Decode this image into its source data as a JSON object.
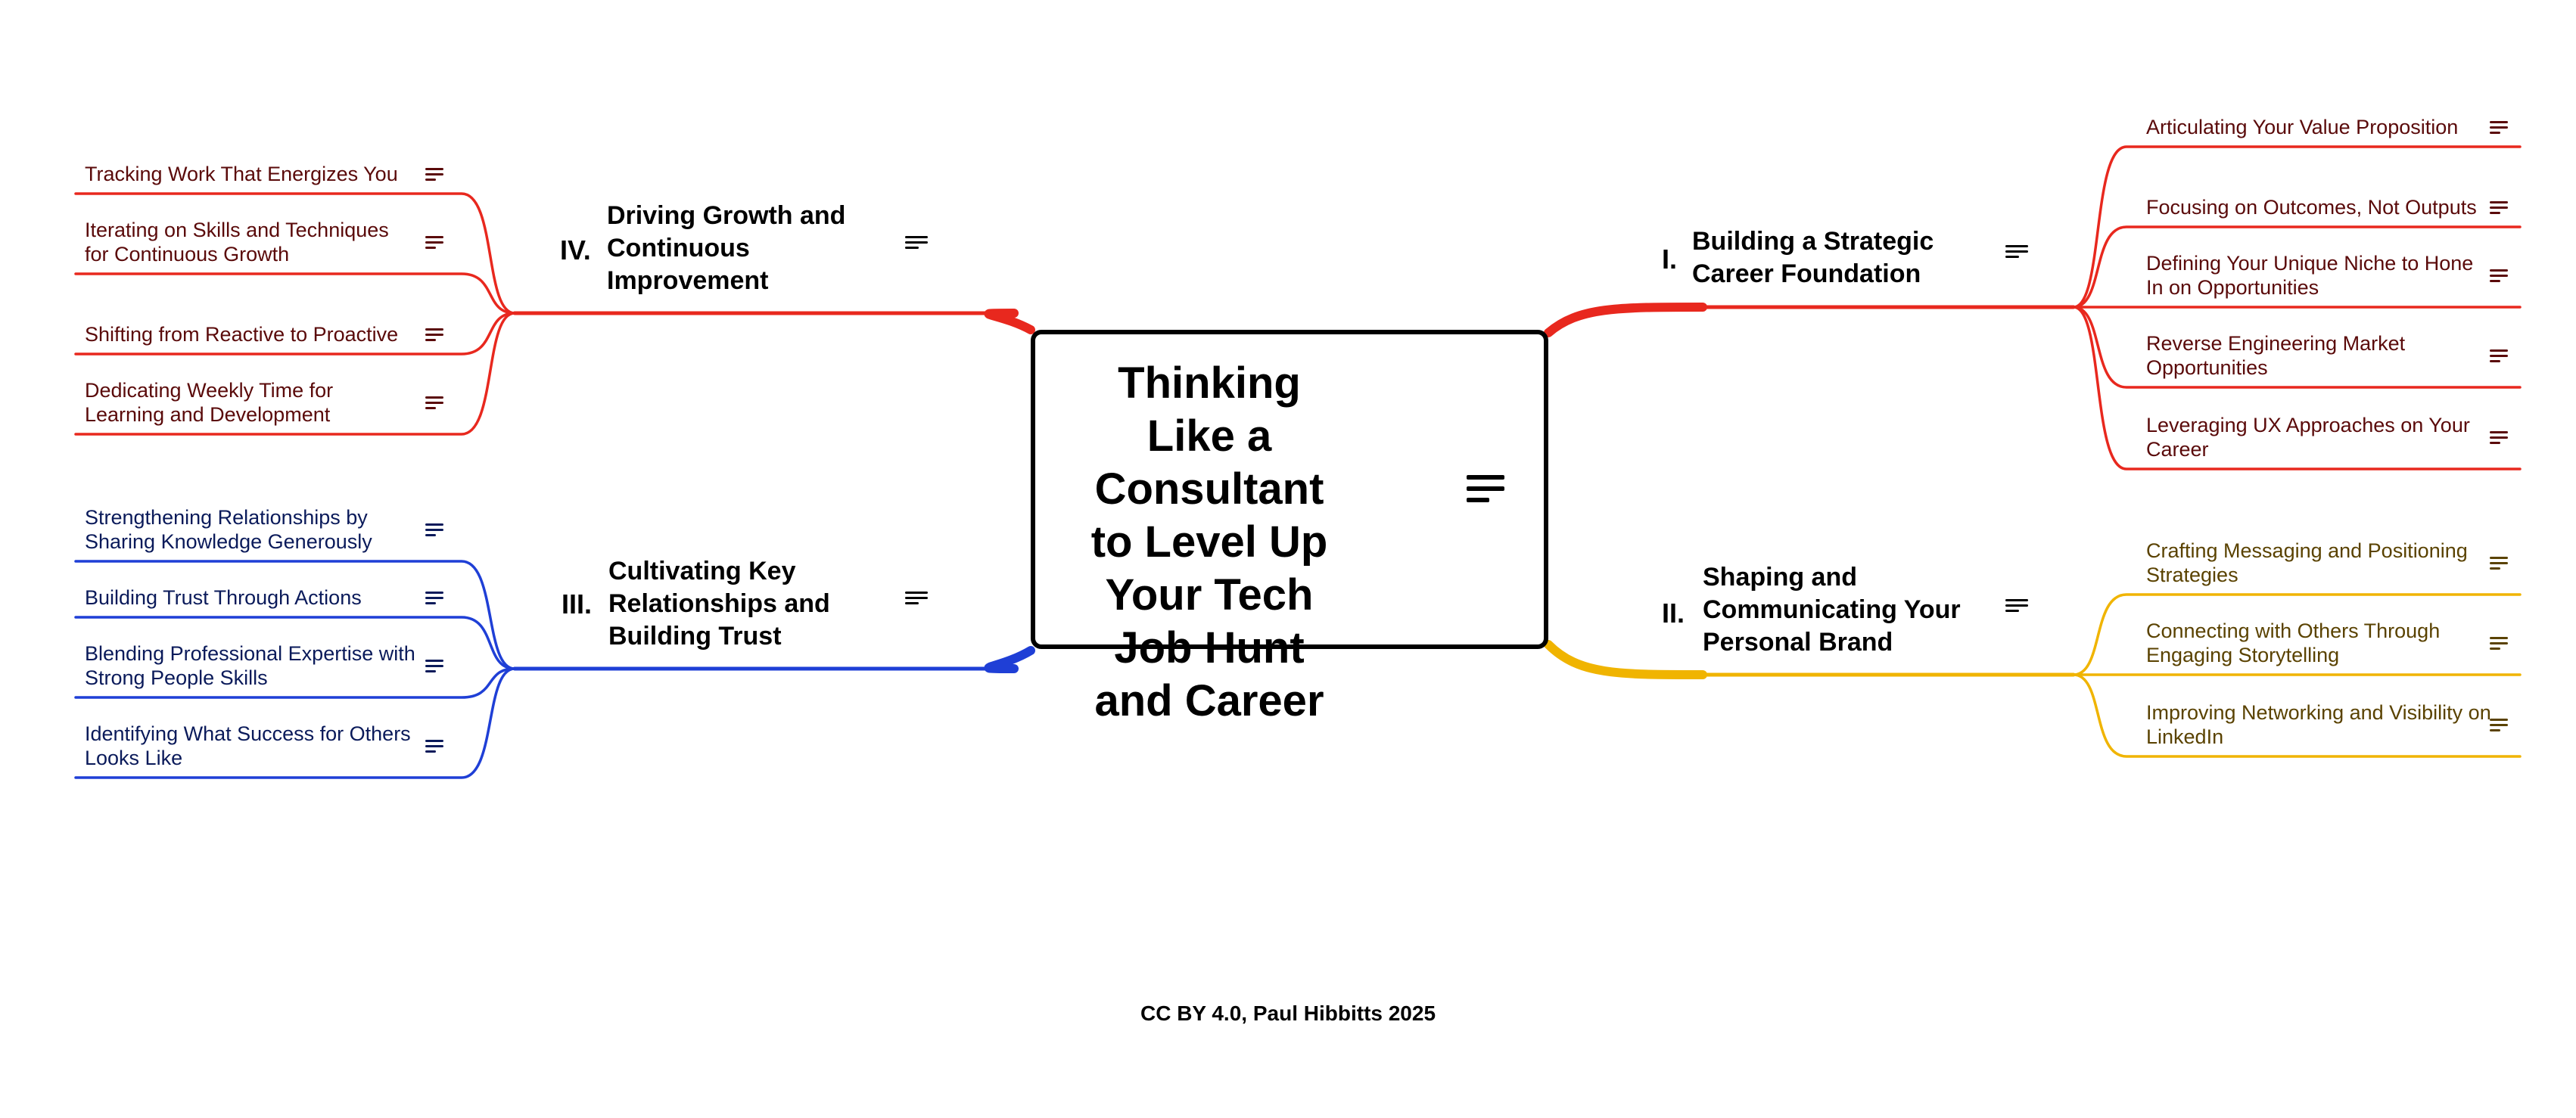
{
  "central": {
    "title": "Thinking Like a Consultant to Level Up Your Tech Job Hunt and Career",
    "icon": "notes-icon"
  },
  "branches": [
    {
      "id": "b1",
      "number": "I.",
      "label": "Building a Strategic Career Foundation",
      "color": "#e8281e",
      "text_color": "#5a0a0a",
      "leaves": [
        "Articulating Your Value Proposition",
        "Focusing on Outcomes, Not Outputs",
        "Defining Your Unique Niche to Hone In on Opportunities",
        "Reverse Engineering Market Opportunities",
        "Leveraging UX Approaches on Your Career"
      ]
    },
    {
      "id": "b2",
      "number": "II.",
      "label": "Shaping and Communicating Your Personal Brand",
      "color": "#f0b400",
      "text_color": "#5a4200",
      "leaves": [
        "Crafting Messaging and Positioning Strategies",
        "Connecting with Others Through Engaging Storytelling",
        "Improving Networking and Visibility on LinkedIn"
      ]
    },
    {
      "id": "b3",
      "number": "III.",
      "label": "Cultivating Key Relationships and Building Trust",
      "color": "#1f3fd6",
      "text_color": "#0a1a5a",
      "leaves": [
        "Strengthening Relationships by Sharing Knowledge Generously",
        "Building Trust Through Actions",
        "Blending Professional Expertise with Strong People Skills",
        "Identifying What Success for Others Looks Like"
      ]
    },
    {
      "id": "b4",
      "number": "IV.",
      "label": "Driving Growth and Continuous Improvement",
      "color": "#e8281e",
      "text_color": "#5a0a0a",
      "leaves": [
        "Tracking Work That Energizes You",
        "Iterating on Skills and Techniques for Continuous Growth",
        "Shifting from Reactive to Proactive",
        "Dedicating Weekly Time for Learning and Development"
      ]
    }
  ],
  "footer": "CC BY 4.0, Paul Hibbitts 2025"
}
